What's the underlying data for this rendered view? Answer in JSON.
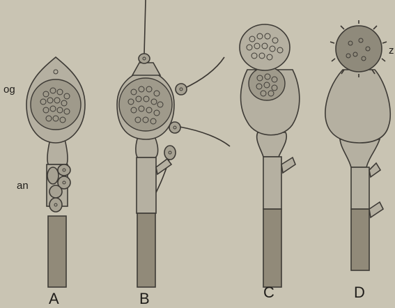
{
  "figure": {
    "part_labels": {
      "oogonium": "og",
      "antheridium": "an",
      "zygote": "z"
    },
    "panels": [
      {
        "id": "A",
        "label": "A"
      },
      {
        "id": "B",
        "label": "B"
      },
      {
        "id": "C",
        "label": "C"
      },
      {
        "id": "D",
        "label": "D"
      }
    ]
  }
}
